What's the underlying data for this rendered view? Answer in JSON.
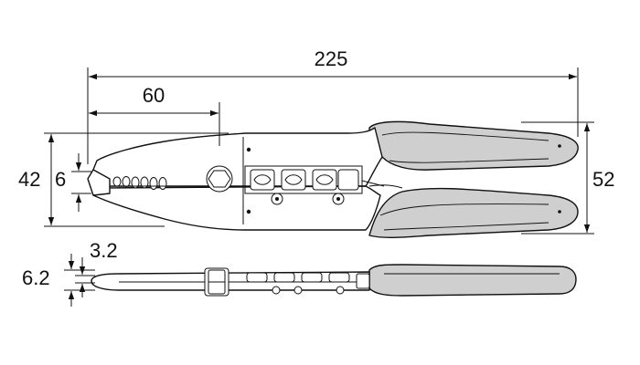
{
  "dimensions": {
    "overall_length": "225",
    "nose_length": "60",
    "head_height": "42",
    "tip_width": "6",
    "handle_span": "52",
    "tip_thickness": "3.2",
    "head_thickness": "6.2"
  }
}
